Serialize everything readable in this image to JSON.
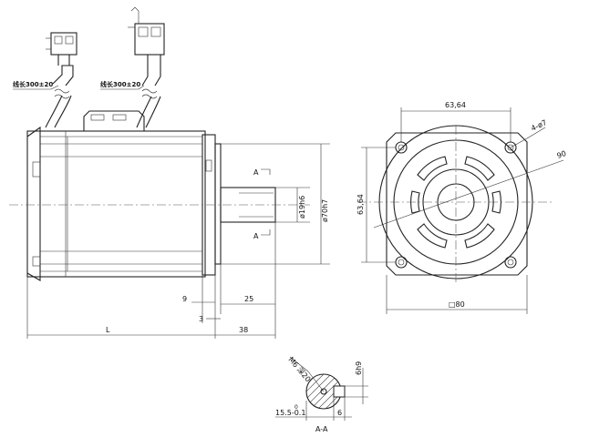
{
  "cable_note_1": "线长300±20",
  "cable_note_2": "线长300±20",
  "flange_pcd": "63,64",
  "flange_pcd_vertical": "63,64",
  "hole_spec": "4-ø7",
  "circle_dia": "90",
  "shaft_dia": "ø19h6",
  "spigot_dia": "ø70h7",
  "dim_9": "9",
  "dim_25": "25",
  "dim_3": "3",
  "dim_38": "38",
  "dim_L": "L",
  "square_80": "□80",
  "section_mark_top": "A",
  "section_mark_bottom": "A",
  "section_label": "A-A",
  "thread_spec": "M6 深20",
  "key_width": "6h9",
  "key_depth": "15.5-0.1",
  "key_tol_upper": "0",
  "dim_6": "6"
}
